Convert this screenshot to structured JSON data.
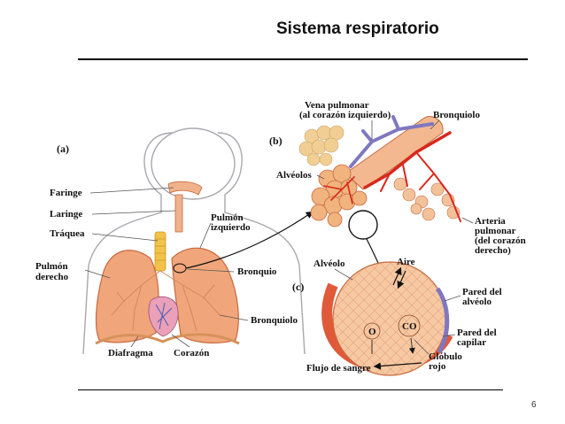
{
  "slide": {
    "title": "Sistema respiratorio",
    "page_number": "6"
  },
  "figure": {
    "panel_a": {
      "tag": "(a)",
      "labels": {
        "faringe": "Faringe",
        "laringe": "Laringe",
        "traquea": "Tráquea",
        "pulmon_derecho_1": "Pulmón",
        "pulmon_derecho_2": "derecho",
        "pulmon_izquierdo_1": "Pulmón",
        "pulmon_izquierdo_2": "izquierdo",
        "bronquio": "Bronquio",
        "bronquiolo": "Bronquiolo",
        "diafragma": "Diafragma",
        "corazon": "Corazón"
      }
    },
    "panel_b": {
      "tag": "(b)",
      "labels": {
        "vena_1": "Vena pulmonar",
        "vena_2": "(al corazón izquierdo)",
        "bronquiolo": "Bronquiolo",
        "alveolos": "Alvéolos",
        "arteria_1": "Arteria",
        "arteria_2": "pulmonar",
        "arteria_3": "(del corazón",
        "arteria_4": "derecho)"
      }
    },
    "panel_c": {
      "tag": "(c)",
      "labels": {
        "alveolo": "Alvéolo",
        "aire": "Aire",
        "pared_alveolo_1": "Pared del",
        "pared_alveolo_2": "alvéolo",
        "pared_capilar_1": "Pared del",
        "pared_capilar_2": "capilar",
        "globulo_1": "Glóbulo",
        "globulo_2": "rojo",
        "flujo": "Flujo de sangre",
        "o2": "O",
        "co2": "CO"
      }
    },
    "colors": {
      "skin": "#f3b890",
      "lung": "#f0a67a",
      "lung_edge": "#c8683e",
      "trachea": "#f2c24a",
      "vein": "#7f78c0",
      "artery": "#d8281e",
      "alveolus": "#f7c79a",
      "outline": "#9a9aa0"
    }
  }
}
